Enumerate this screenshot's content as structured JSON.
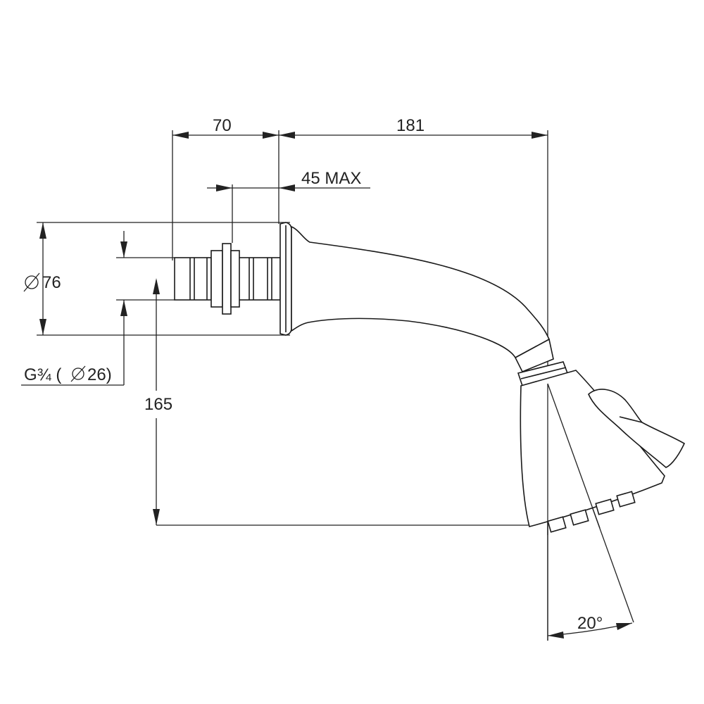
{
  "dimensions": {
    "depth_70": "70",
    "reach_181": "181",
    "max_45": "45 MAX",
    "diameter_76": "76",
    "thread": "G¾ (",
    "thread_diameter": "26)",
    "height_165": "165",
    "angle_20": "20°"
  },
  "colors": {
    "line": "#222222",
    "background": "#ffffff"
  }
}
